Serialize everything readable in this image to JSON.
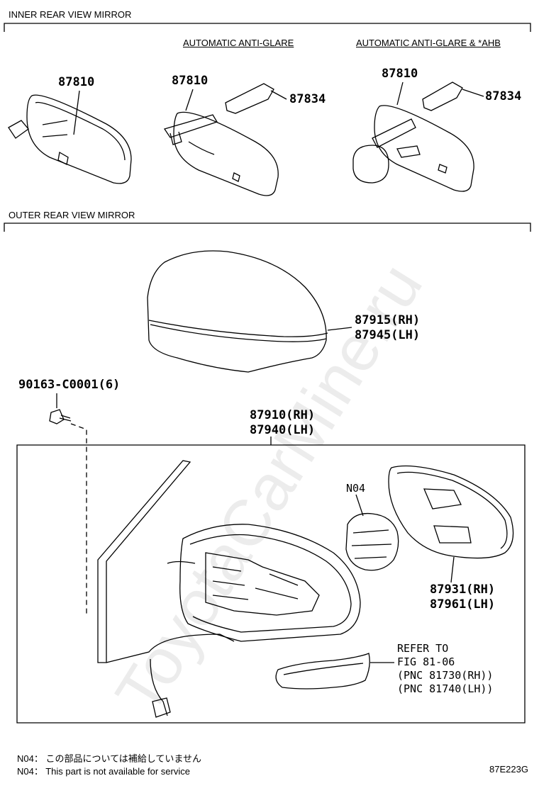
{
  "sections": {
    "inner_title": "INNER REAR VIEW MIRROR",
    "outer_title": "OUTER REAR VIEW MIRROR",
    "sub_auto": "AUTOMATIC ANTI-GLARE",
    "sub_auto_ahb": "AUTOMATIC ANTI-GLARE & *AHB"
  },
  "parts": {
    "p1": "87810",
    "p2": "87810",
    "p3": "87834",
    "p4": "87810",
    "p5": "87834",
    "cover_rh": "87915(RH)",
    "cover_lh": "87945(LH)",
    "screw": "90163-C0001(6)",
    "assy_rh": "87910(RH)",
    "assy_lh": "87940(LH)",
    "n04": "N04",
    "glass_rh": "87931(RH)",
    "glass_lh": "87961(LH)"
  },
  "refer": {
    "line1": "REFER TO",
    "line2": "FIG 81-06",
    "line3": "(PNC 81730(RH))",
    "line4": "(PNC 81740(LH))"
  },
  "notes": {
    "jp": "N04： この部品については補給していません",
    "en": "N04： This part is not available for service"
  },
  "figure_code": "87E223G",
  "watermark": "ToyotaCarMine.ru"
}
